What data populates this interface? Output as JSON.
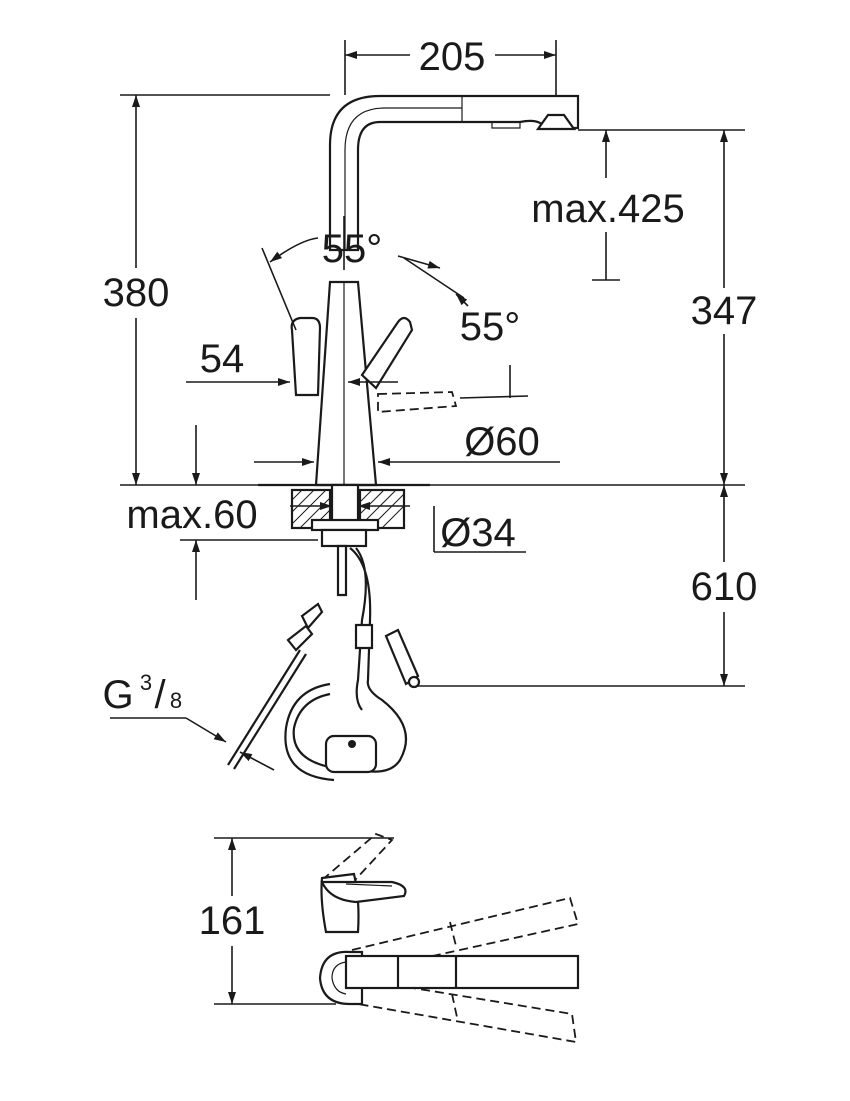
{
  "dimensions": {
    "spout_reach": "205",
    "total_height": "380",
    "pullout_max": "max.425",
    "spout_height": "347",
    "lever_angle_left": "55°",
    "lever_angle_right": "55°",
    "lever_offset": "54",
    "base_diameter": "Ø60",
    "counter_thickness": "max.60",
    "hole_diameter": "Ø34",
    "hose_length": "610",
    "connection_thread_base": "G",
    "connection_thread_num": "3",
    "connection_thread_den": "8",
    "top_view_height": "161"
  },
  "colors": {
    "line": "#1a1a1a",
    "background": "#ffffff"
  }
}
